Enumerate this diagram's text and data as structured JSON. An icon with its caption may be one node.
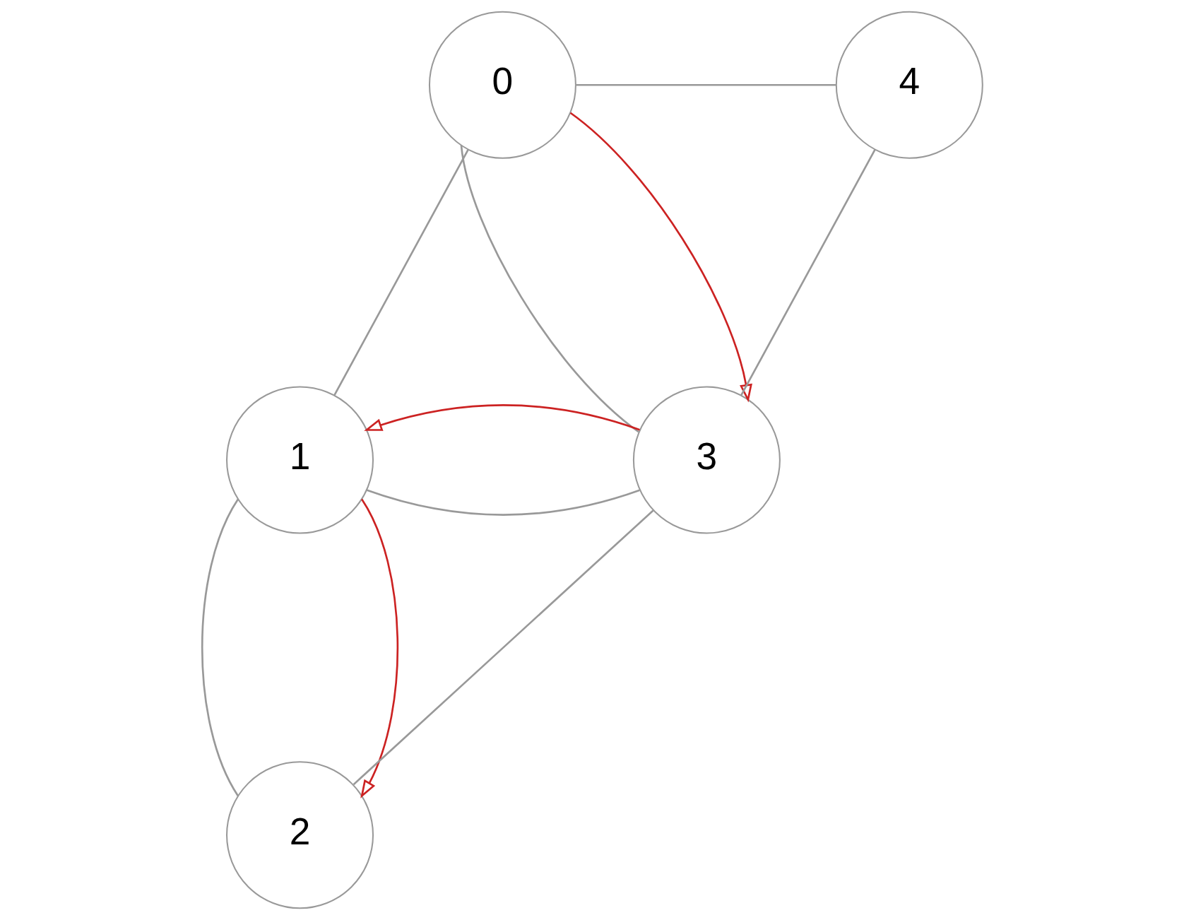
{
  "diagram": {
    "nodes": [
      {
        "text": [
          "0"
        ]
      },
      {
        "text": [
          "1"
        ]
      },
      {
        "text": [
          "2"
        ]
      },
      {
        "text": [
          "3"
        ]
      },
      {
        "text": [
          "4"
        ]
      }
    ],
    "edges": [
      {
        "from": 0,
        "to": 4,
        "arrow": "none"
      },
      {
        "from": 0,
        "to": 1,
        "arrow": "none"
      },
      {
        "from": 0,
        "to": 3,
        "arrow": "none"
      },
      {
        "from": 4,
        "to": 3,
        "arrow": "none"
      },
      {
        "from": 1,
        "to": 3,
        "arrow": "none"
      },
      {
        "from": 1,
        "to": 2,
        "arrow": "none"
      },
      {
        "from": 3,
        "to": 2,
        "arrow": "none"
      },
      {
        "from": 0,
        "to": 3,
        "arrow": "to",
        "color": "#cc2222"
      },
      {
        "from": 3,
        "to": 1,
        "arrow": "to",
        "color": "#cc2222"
      },
      {
        "from": 1,
        "to": 2,
        "arrow": "to",
        "color": "#cc2222"
      }
    ]
  }
}
